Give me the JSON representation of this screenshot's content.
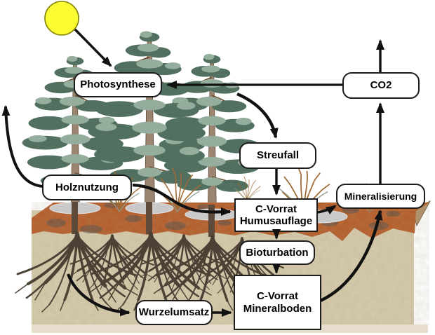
{
  "diagram": {
    "nodes": {
      "photosynthese": {
        "label": "Photosynthese"
      },
      "co2": {
        "label": "CO2"
      },
      "streufall": {
        "label": "Streufall"
      },
      "holznutzung": {
        "label": "Holznutzung"
      },
      "humusauflage": {
        "label_line1": "C-Vorrat",
        "label_line2": "Humusauflage"
      },
      "mineralisierung": {
        "label": "Mineralisierung"
      },
      "bioturbation": {
        "label": "Bioturbation"
      },
      "mineralboden": {
        "label_line1": "C-Vorrat",
        "label_line2": "Mineralboden"
      },
      "wurzelumsatz": {
        "label": "Wurzelumsatz"
      }
    },
    "edges": [
      {
        "from": "sonne",
        "to": "photosynthese"
      },
      {
        "from": "co2",
        "to": "photosynthese"
      },
      {
        "from": "baumkrone",
        "to": "streufall"
      },
      {
        "from": "streufall",
        "to": "humusauflage"
      },
      {
        "from": "holznutzung",
        "to": "humusauflage"
      },
      {
        "from": "holznutzung",
        "to": "export-aufwaerts"
      },
      {
        "from": "humusauflage",
        "to": "mineralisierung"
      },
      {
        "from": "humusauflage",
        "to": "bioturbation"
      },
      {
        "from": "bioturbation",
        "to": "mineralboden"
      },
      {
        "from": "wurzeln",
        "to": "wurzelumsatz"
      },
      {
        "from": "wurzelumsatz",
        "to": "mineralboden"
      },
      {
        "from": "mineralboden",
        "to": "mineralisierung"
      },
      {
        "from": "mineralisierung",
        "to": "co2"
      },
      {
        "from": "co2",
        "to": "atmosphaere-aufwaerts"
      }
    ],
    "icons": [
      "sun-icon",
      "pine-tree-icon",
      "shrub-icon",
      "soil-block-icon",
      "roots-icon"
    ],
    "colors": {
      "sun": "#fcfc33",
      "sun_border": "#7f7f00",
      "humus_layer_orange": "#b55c28",
      "mineral_soil_tan": "#d6caac",
      "soil_side_wedge": "#ae9168",
      "roots_brown": "#4b4135",
      "foliage_dark": "#51705f",
      "foliage_light": "#95ad9c",
      "trunk_brown": "#9b8571",
      "arrow_black": "#111111",
      "box_border": "#1c1c1c",
      "box_fill": "#ffffff",
      "ground_strip": "#e8decd"
    }
  }
}
